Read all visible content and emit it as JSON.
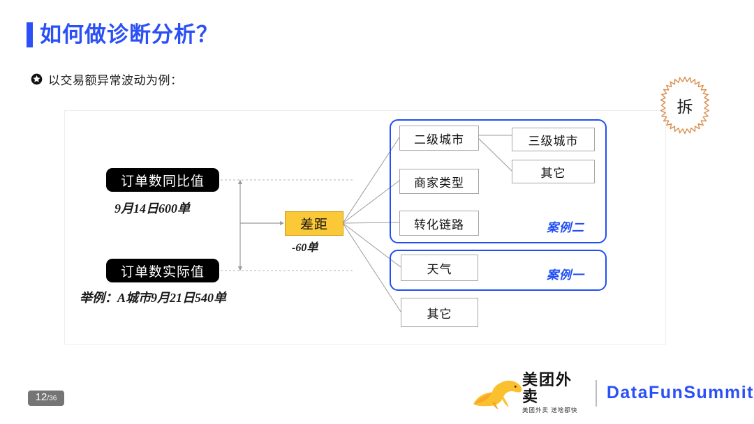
{
  "slide": {
    "title": "如何做诊断分析？",
    "subtitle": "以交易额异常波动为例：",
    "bullet_icon": "circled-star-icon",
    "accent_color": "#2b50f5",
    "highlight_color": "#fbc937",
    "stamp": {
      "text": "拆",
      "icon": "starburst-stamp-icon",
      "color": "#d98c4a"
    }
  },
  "diagram": {
    "left_nodes": [
      {
        "label": "订单数同比值",
        "note": "9月14日600单"
      },
      {
        "label": "订单数实际值",
        "note": ""
      }
    ],
    "gap_node": {
      "label": "差距",
      "note": "-60单"
    },
    "example_note": "举例：A城市9月21日540单",
    "branches": [
      {
        "label": "二级城市"
      },
      {
        "label": "商家类型"
      },
      {
        "label": "转化链路"
      },
      {
        "label": "天气"
      },
      {
        "label": "其它"
      }
    ],
    "sub_branches": [
      {
        "label": "三级城市"
      },
      {
        "label": "其它"
      }
    ],
    "case_frames": [
      {
        "label": "案例二"
      },
      {
        "label": "案例一"
      }
    ]
  },
  "footer": {
    "page_current": "12",
    "page_total": "/36",
    "meituan_name": "美团外卖",
    "meituan_tagline": "美团外卖 送啥都快",
    "meituan_logo": "kangaroo-logo-icon",
    "summit_name": "DataFunSummit"
  }
}
